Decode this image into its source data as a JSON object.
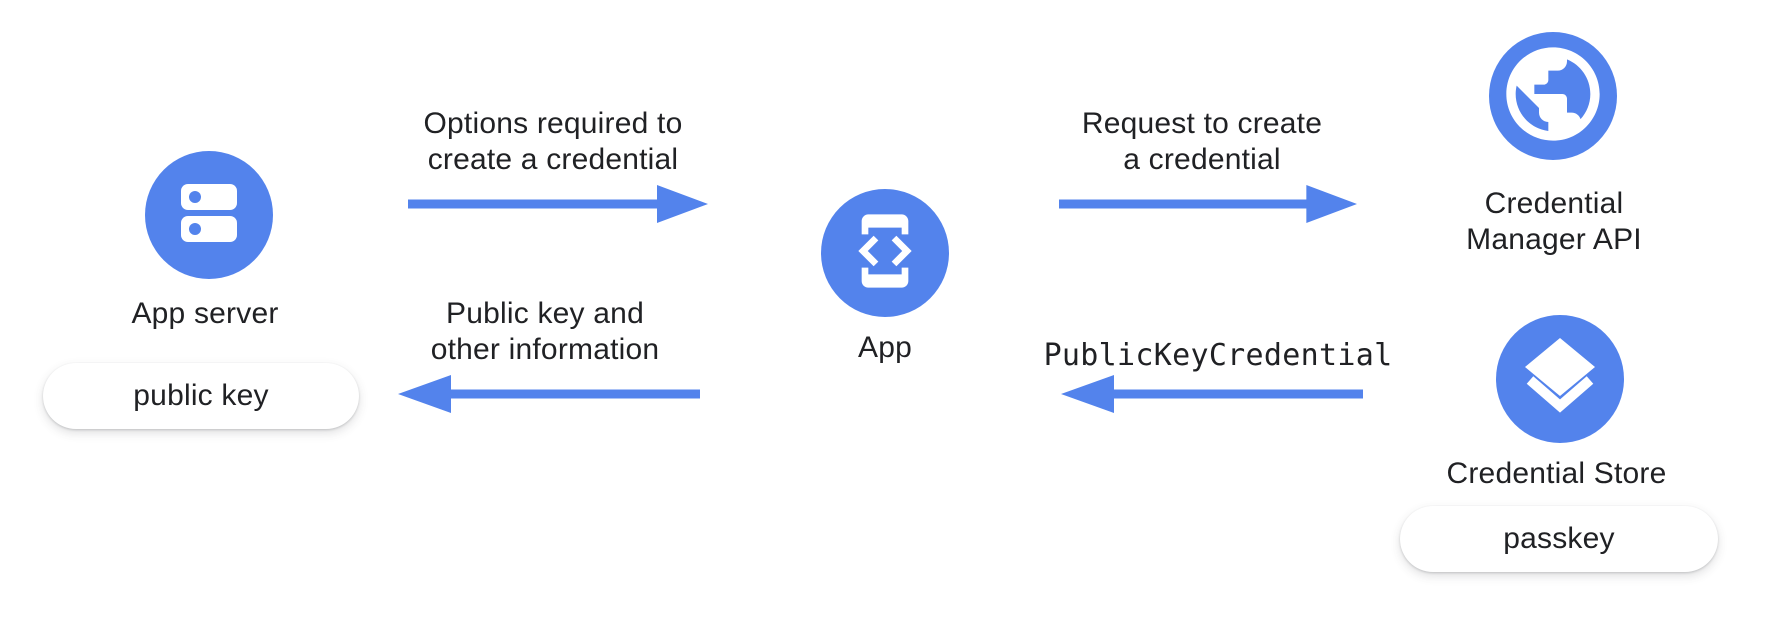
{
  "colors": {
    "accent_blue": "#5383EC",
    "text": "#202124",
    "pill_bg": "#ffffff"
  },
  "nodes": {
    "app_server": {
      "label": "App server",
      "icon": "server-icon",
      "artifact": "public key"
    },
    "app": {
      "label": "App",
      "icon": "phone-code-icon"
    },
    "credential_manager_api": {
      "label_line1": "Credential",
      "label_line2": "Manager API",
      "icon": "globe-icon"
    },
    "credential_store": {
      "label": "Credential Store",
      "icon": "layers-icon",
      "artifact": "passkey"
    }
  },
  "flows": {
    "options_to_create": {
      "line1": "Options required to",
      "line2": "create a credential",
      "from": "App server",
      "to": "App",
      "direction": "right"
    },
    "request_to_create": {
      "line1": "Request to create",
      "line2": "a credential",
      "from": "App",
      "to": "Credential Manager API",
      "direction": "right"
    },
    "public_key_credential": {
      "label": "PublicKeyCredential",
      "from": "Credential Store",
      "to": "App",
      "direction": "left"
    },
    "public_key_info": {
      "line1": "Public key and",
      "line2": "other information",
      "from": "App",
      "to": "App server",
      "direction": "left"
    }
  }
}
